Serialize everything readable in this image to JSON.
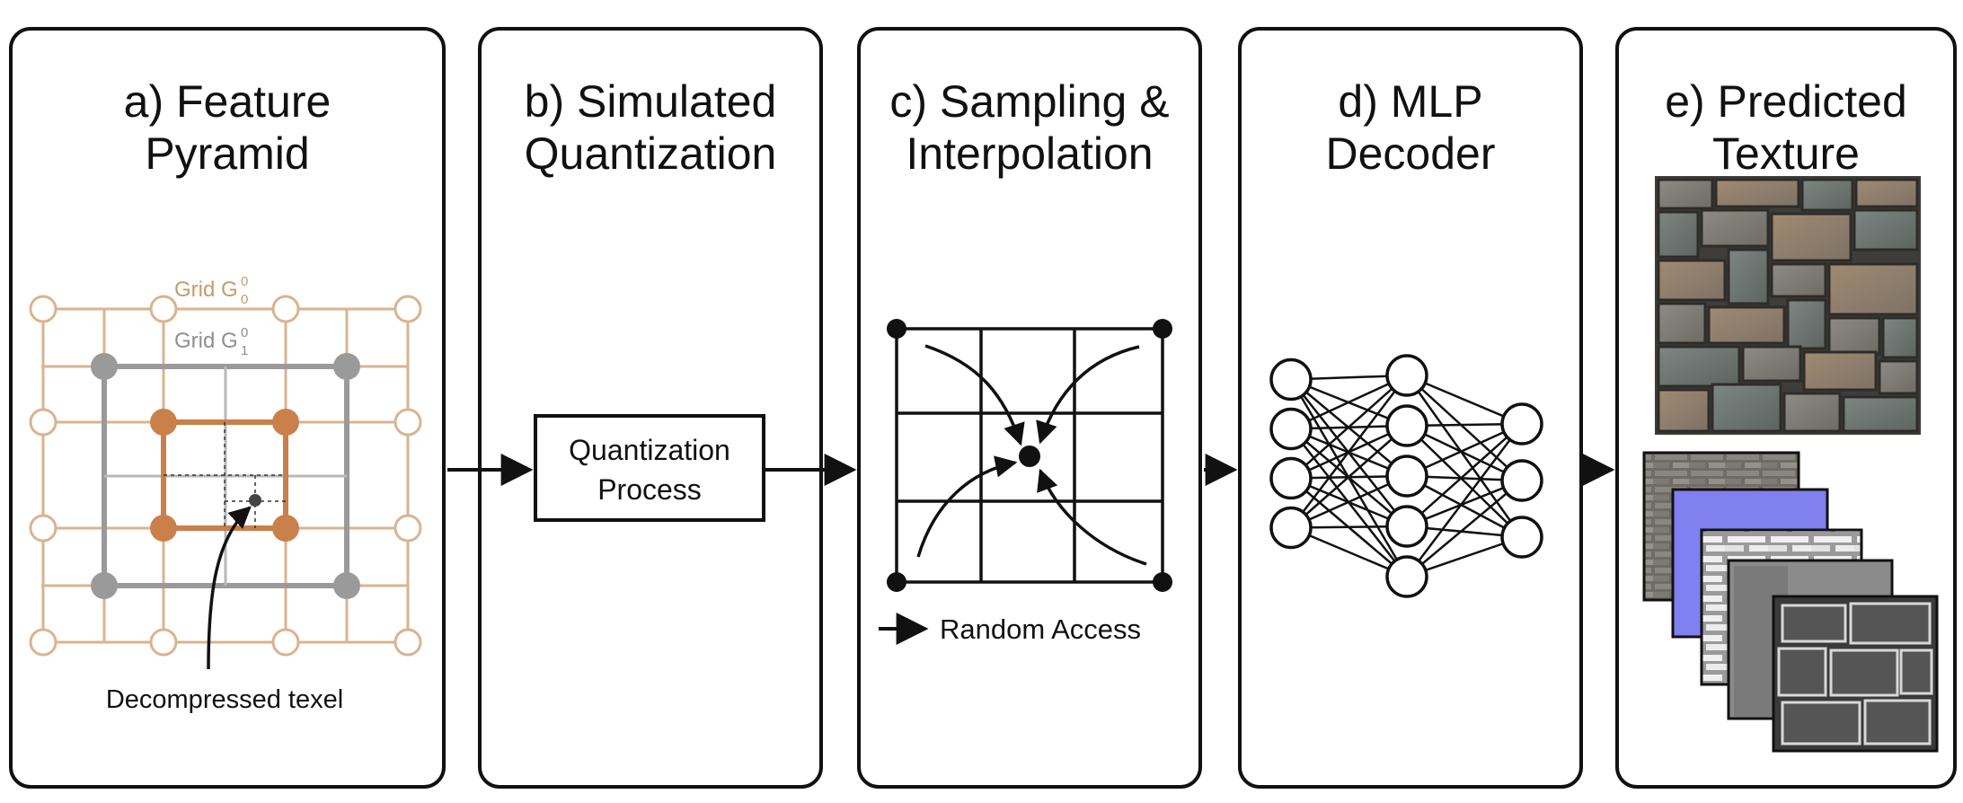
{
  "panels": [
    {
      "id": "a",
      "title_line1": "a) Feature",
      "title_line2": "Pyramid"
    },
    {
      "id": "b",
      "title_line1": "b) Simulated",
      "title_line2": "Quantization"
    },
    {
      "id": "c",
      "title_line1": "c) Sampling &",
      "title_line2": "Interpolation"
    },
    {
      "id": "d",
      "title_line1": "d) MLP",
      "title_line2": "Decoder"
    },
    {
      "id": "e",
      "title_line1": "e) Predicted",
      "title_line2": "Texture"
    }
  ],
  "feature_pyramid": {
    "grid0_label": "Grid G",
    "grid0_sup": "0",
    "grid0_sub": "0",
    "grid1_label": "Grid G",
    "grid1_sup": "0",
    "grid1_sub": "1",
    "texel_label": "Decompressed texel"
  },
  "quantization": {
    "box_line1": "Quantization",
    "box_line2": "Process"
  },
  "sampling": {
    "legend_label": "Random Access"
  },
  "mlp": {
    "layer_sizes": [
      4,
      5,
      3
    ]
  },
  "colors": {
    "grid0": "#d9b48f",
    "grid1": "#9a9a9a",
    "texel_nodes": "#c9804a",
    "normal_map": "#8080f0",
    "outline": "#111111"
  }
}
